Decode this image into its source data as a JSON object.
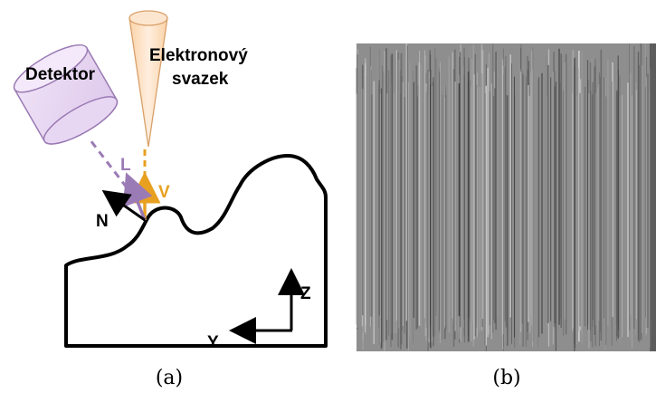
{
  "panel_a": {
    "detector_label": "Detektor",
    "beam_label_line1": "Elektronový",
    "beam_label_line2": "svazek",
    "vector_L": "L",
    "vector_V": "V",
    "vector_N": "N",
    "axis_z": "Z",
    "axis_y": "Y",
    "caption": "(a)"
  },
  "panel_b": {
    "caption": "(b)"
  },
  "colors": {
    "detector_fill": "#e8d6f2",
    "detector_stroke": "#8f6aa8",
    "beam_fill": "#fde2c4",
    "beam_stroke": "#d9a06a",
    "vector_L": "#9b7bb5",
    "vector_V": "#e8a020",
    "vector_N": "#000000",
    "surface": "#000000",
    "texture_bg": "#8e8e8e"
  }
}
